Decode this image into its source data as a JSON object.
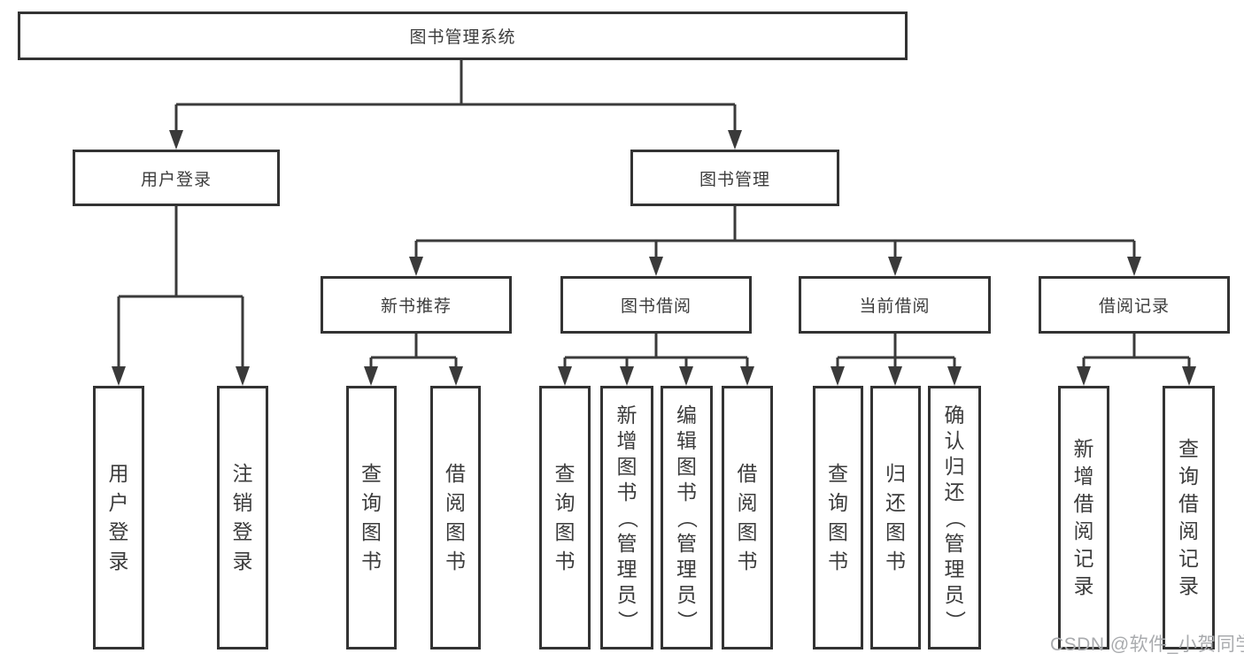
{
  "diagram": {
    "title_node": {
      "label": "图书管理系统"
    },
    "level2": {
      "user_login": {
        "label": "用户登录"
      },
      "book_mgmt": {
        "label": "图书管理"
      }
    },
    "level3": {
      "new_book_rec": {
        "label": "新书推荐"
      },
      "book_borrow": {
        "label": "图书借阅"
      },
      "current_borrow": {
        "label": "当前借阅"
      },
      "borrow_record": {
        "label": "借阅记录"
      }
    },
    "leaves": {
      "user_login_leaf": {
        "label": "用户登录"
      },
      "logout_leaf": {
        "label": "注销登录"
      },
      "nb_query": {
        "label": "查询图书"
      },
      "nb_borrow": {
        "label": "借阅图书"
      },
      "bb_query": {
        "label": "查询图书"
      },
      "bb_add": {
        "label": "新增图书（管理员）"
      },
      "bb_edit": {
        "label": "编辑图书（管理员）"
      },
      "bb_borrow": {
        "label": "借阅图书"
      },
      "cb_query": {
        "label": "查询图书"
      },
      "cb_return": {
        "label": "归还图书"
      },
      "cb_confirm": {
        "label": "确认归还（管理员）"
      },
      "br_add": {
        "label": "新增借阅记录"
      },
      "br_query": {
        "label": "查询借阅记录"
      }
    }
  },
  "watermark": {
    "text": "CSDN @软件_小贺同学"
  },
  "colors": {
    "line": "#3a3a3a",
    "box_border": "#333333",
    "text": "#3c3c3c",
    "watermark": "#a9abae",
    "background": "#ffffff"
  }
}
